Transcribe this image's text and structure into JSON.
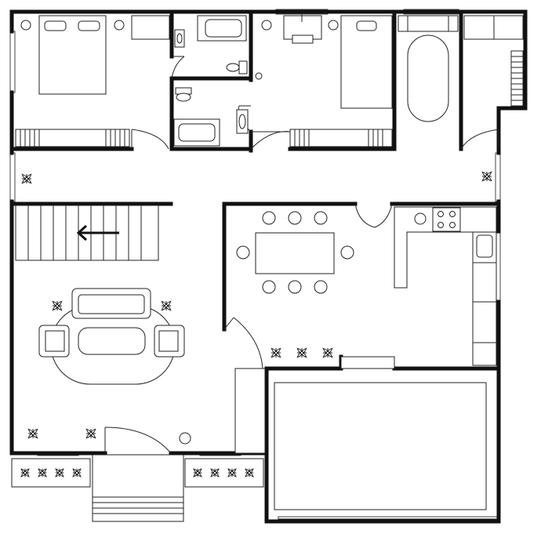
{
  "plan": {
    "background": "#ffffff",
    "wall_color": "#111111",
    "line_color": "#222222",
    "icons": {
      "plant": "potted-plant-symbol",
      "arrow": "stair-direction-arrow",
      "door": "door-swing-arc"
    }
  }
}
